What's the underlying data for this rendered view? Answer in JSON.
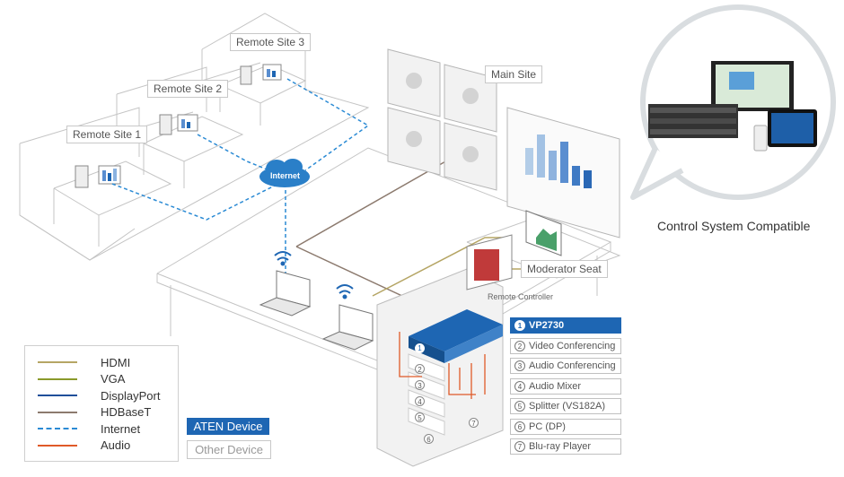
{
  "sites": {
    "remote1": "Remote Site 1",
    "remote2": "Remote Site 2",
    "remote3": "Remote Site 3",
    "main": "Main Site"
  },
  "internet_cloud_label": "Internet",
  "moderator_seat": "Moderator Seat",
  "remote_controller": "Remote Controller",
  "control_system": "Control System Compatible",
  "legend": [
    {
      "label": "HDMI",
      "color": "#b5a564",
      "style": "solid"
    },
    {
      "label": "VGA",
      "color": "#8a9a2a",
      "style": "solid"
    },
    {
      "label": "DisplayPort",
      "color": "#1f4f9a",
      "style": "solid"
    },
    {
      "label": "HDBaseT",
      "color": "#8c7a6e",
      "style": "solid"
    },
    {
      "label": "Internet",
      "color": "#2a8ad4",
      "style": "dashed"
    },
    {
      "label": "Audio",
      "color": "#e05a28",
      "style": "solid"
    }
  ],
  "device_types": {
    "aten": "ATEN Device",
    "other": "Other Device"
  },
  "devices": [
    {
      "num": "1",
      "label": "VP2730",
      "type": "aten"
    },
    {
      "num": "2",
      "label": "Video Conferencing",
      "type": "other"
    },
    {
      "num": "3",
      "label": "Audio Conferencing",
      "type": "other"
    },
    {
      "num": "4",
      "label": "Audio Mixer",
      "type": "other"
    },
    {
      "num": "5",
      "label": "Splitter (VS182A)",
      "type": "other"
    },
    {
      "num": "6",
      "label": "PC (DP)",
      "type": "other"
    },
    {
      "num": "7",
      "label": "Blu-ray Player",
      "type": "other"
    }
  ],
  "rack_numbers": [
    "1",
    "2",
    "3",
    "4",
    "5",
    "6",
    "7"
  ],
  "colors": {
    "aten_blue": "#1e66b3",
    "line_gray": "#bdbdbd",
    "bubble_gray": "#d9dde0"
  }
}
